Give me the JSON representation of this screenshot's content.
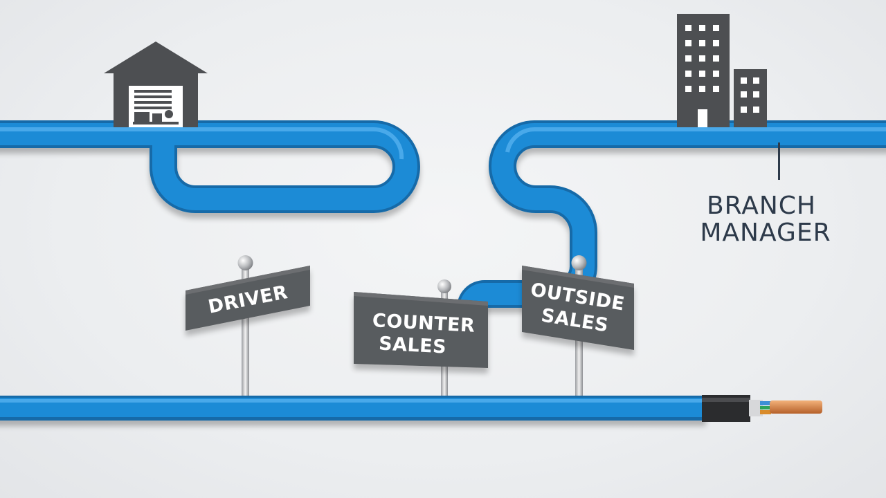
{
  "labels": {
    "driver": "DRIVER",
    "counter_sales": [
      "COUNTER",
      "SALES"
    ],
    "outside_sales": [
      "OUTSIDE",
      "SALES"
    ],
    "branch_manager": [
      "BRANCH",
      "MANAGER"
    ]
  },
  "icons": {
    "warehouse": "warehouse-icon",
    "office": "office-building-icon",
    "cable_end": "cable-end-icon"
  },
  "colors": {
    "pipe": "#1f8bd6",
    "pipe_dark": "#156aa8",
    "pipe_light": "#5cb7f2",
    "sign": "#5a5c5f",
    "building": "#4d4f52",
    "text_dark": "#2d3a4a"
  }
}
